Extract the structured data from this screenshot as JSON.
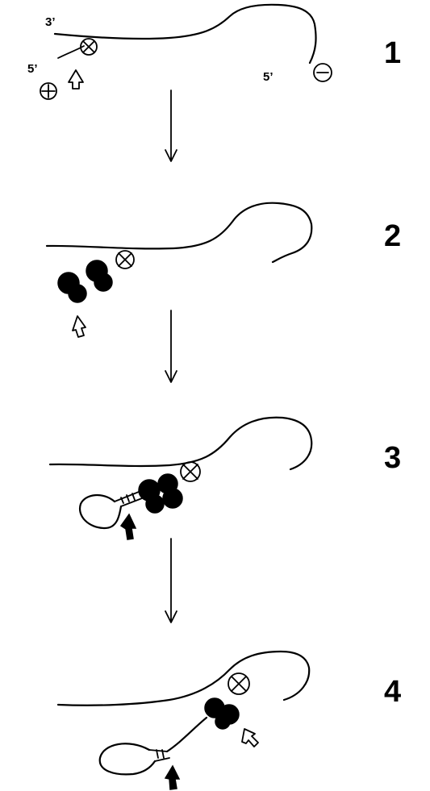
{
  "stages": [
    {
      "number": "1"
    },
    {
      "number": "2"
    },
    {
      "number": "3"
    },
    {
      "number": "4"
    }
  ],
  "strand_labels": {
    "top_left_3prime": "3’",
    "left_5prime": "5’",
    "right_5prime": "5’"
  },
  "icons": {
    "plus": "plus-circle-icon",
    "minus": "minus-circle-icon",
    "cross": "crossed-circle-icon",
    "open_arrow": "open-arrow-icon",
    "filled_arrow": "filled-arrow-icon",
    "down_arrow": "down-arrow-icon"
  },
  "colors": {
    "ink": "#000000",
    "background": "#ffffff"
  }
}
